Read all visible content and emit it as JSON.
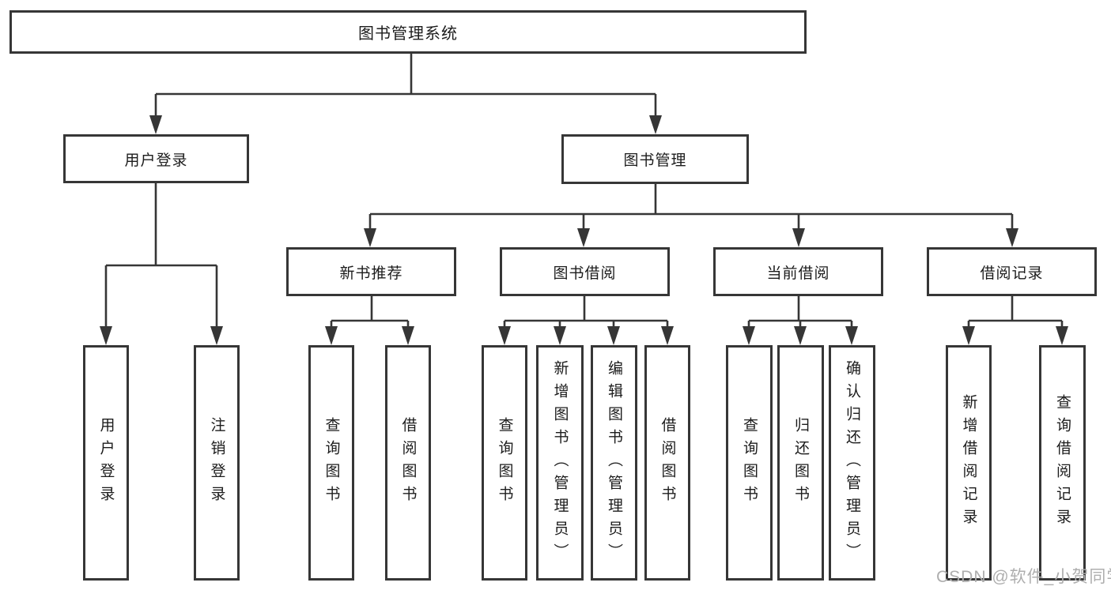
{
  "diagram": {
    "root": {
      "label": "图书管理系统"
    },
    "branches": [
      {
        "label": "用户登录",
        "children": [
          {
            "label": "用户登录"
          },
          {
            "label": "注销登录"
          }
        ]
      },
      {
        "label": "图书管理",
        "children": [
          {
            "label": "新书推荐",
            "children": [
              {
                "label": "查询图书"
              },
              {
                "label": "借阅图书"
              }
            ]
          },
          {
            "label": "图书借阅",
            "children": [
              {
                "label": "查询图书"
              },
              {
                "label": "新增图书（管理员）"
              },
              {
                "label": "编辑图书（管理员）"
              },
              {
                "label": "借阅图书"
              }
            ]
          },
          {
            "label": "当前借阅",
            "children": [
              {
                "label": "查询图书"
              },
              {
                "label": "归还图书"
              },
              {
                "label": "确认归还（管理员）"
              }
            ]
          },
          {
            "label": "借阅记录",
            "children": [
              {
                "label": "新增借阅记录"
              },
              {
                "label": "查询借阅记录"
              }
            ]
          }
        ]
      }
    ]
  },
  "watermark": {
    "text": "CSDN @软件_小贺同学"
  },
  "colors": {
    "line": "#363636",
    "box_border": "#363636",
    "text": "#1c1c1c",
    "watermark": "#aeaeae",
    "background": "#ffffff"
  }
}
